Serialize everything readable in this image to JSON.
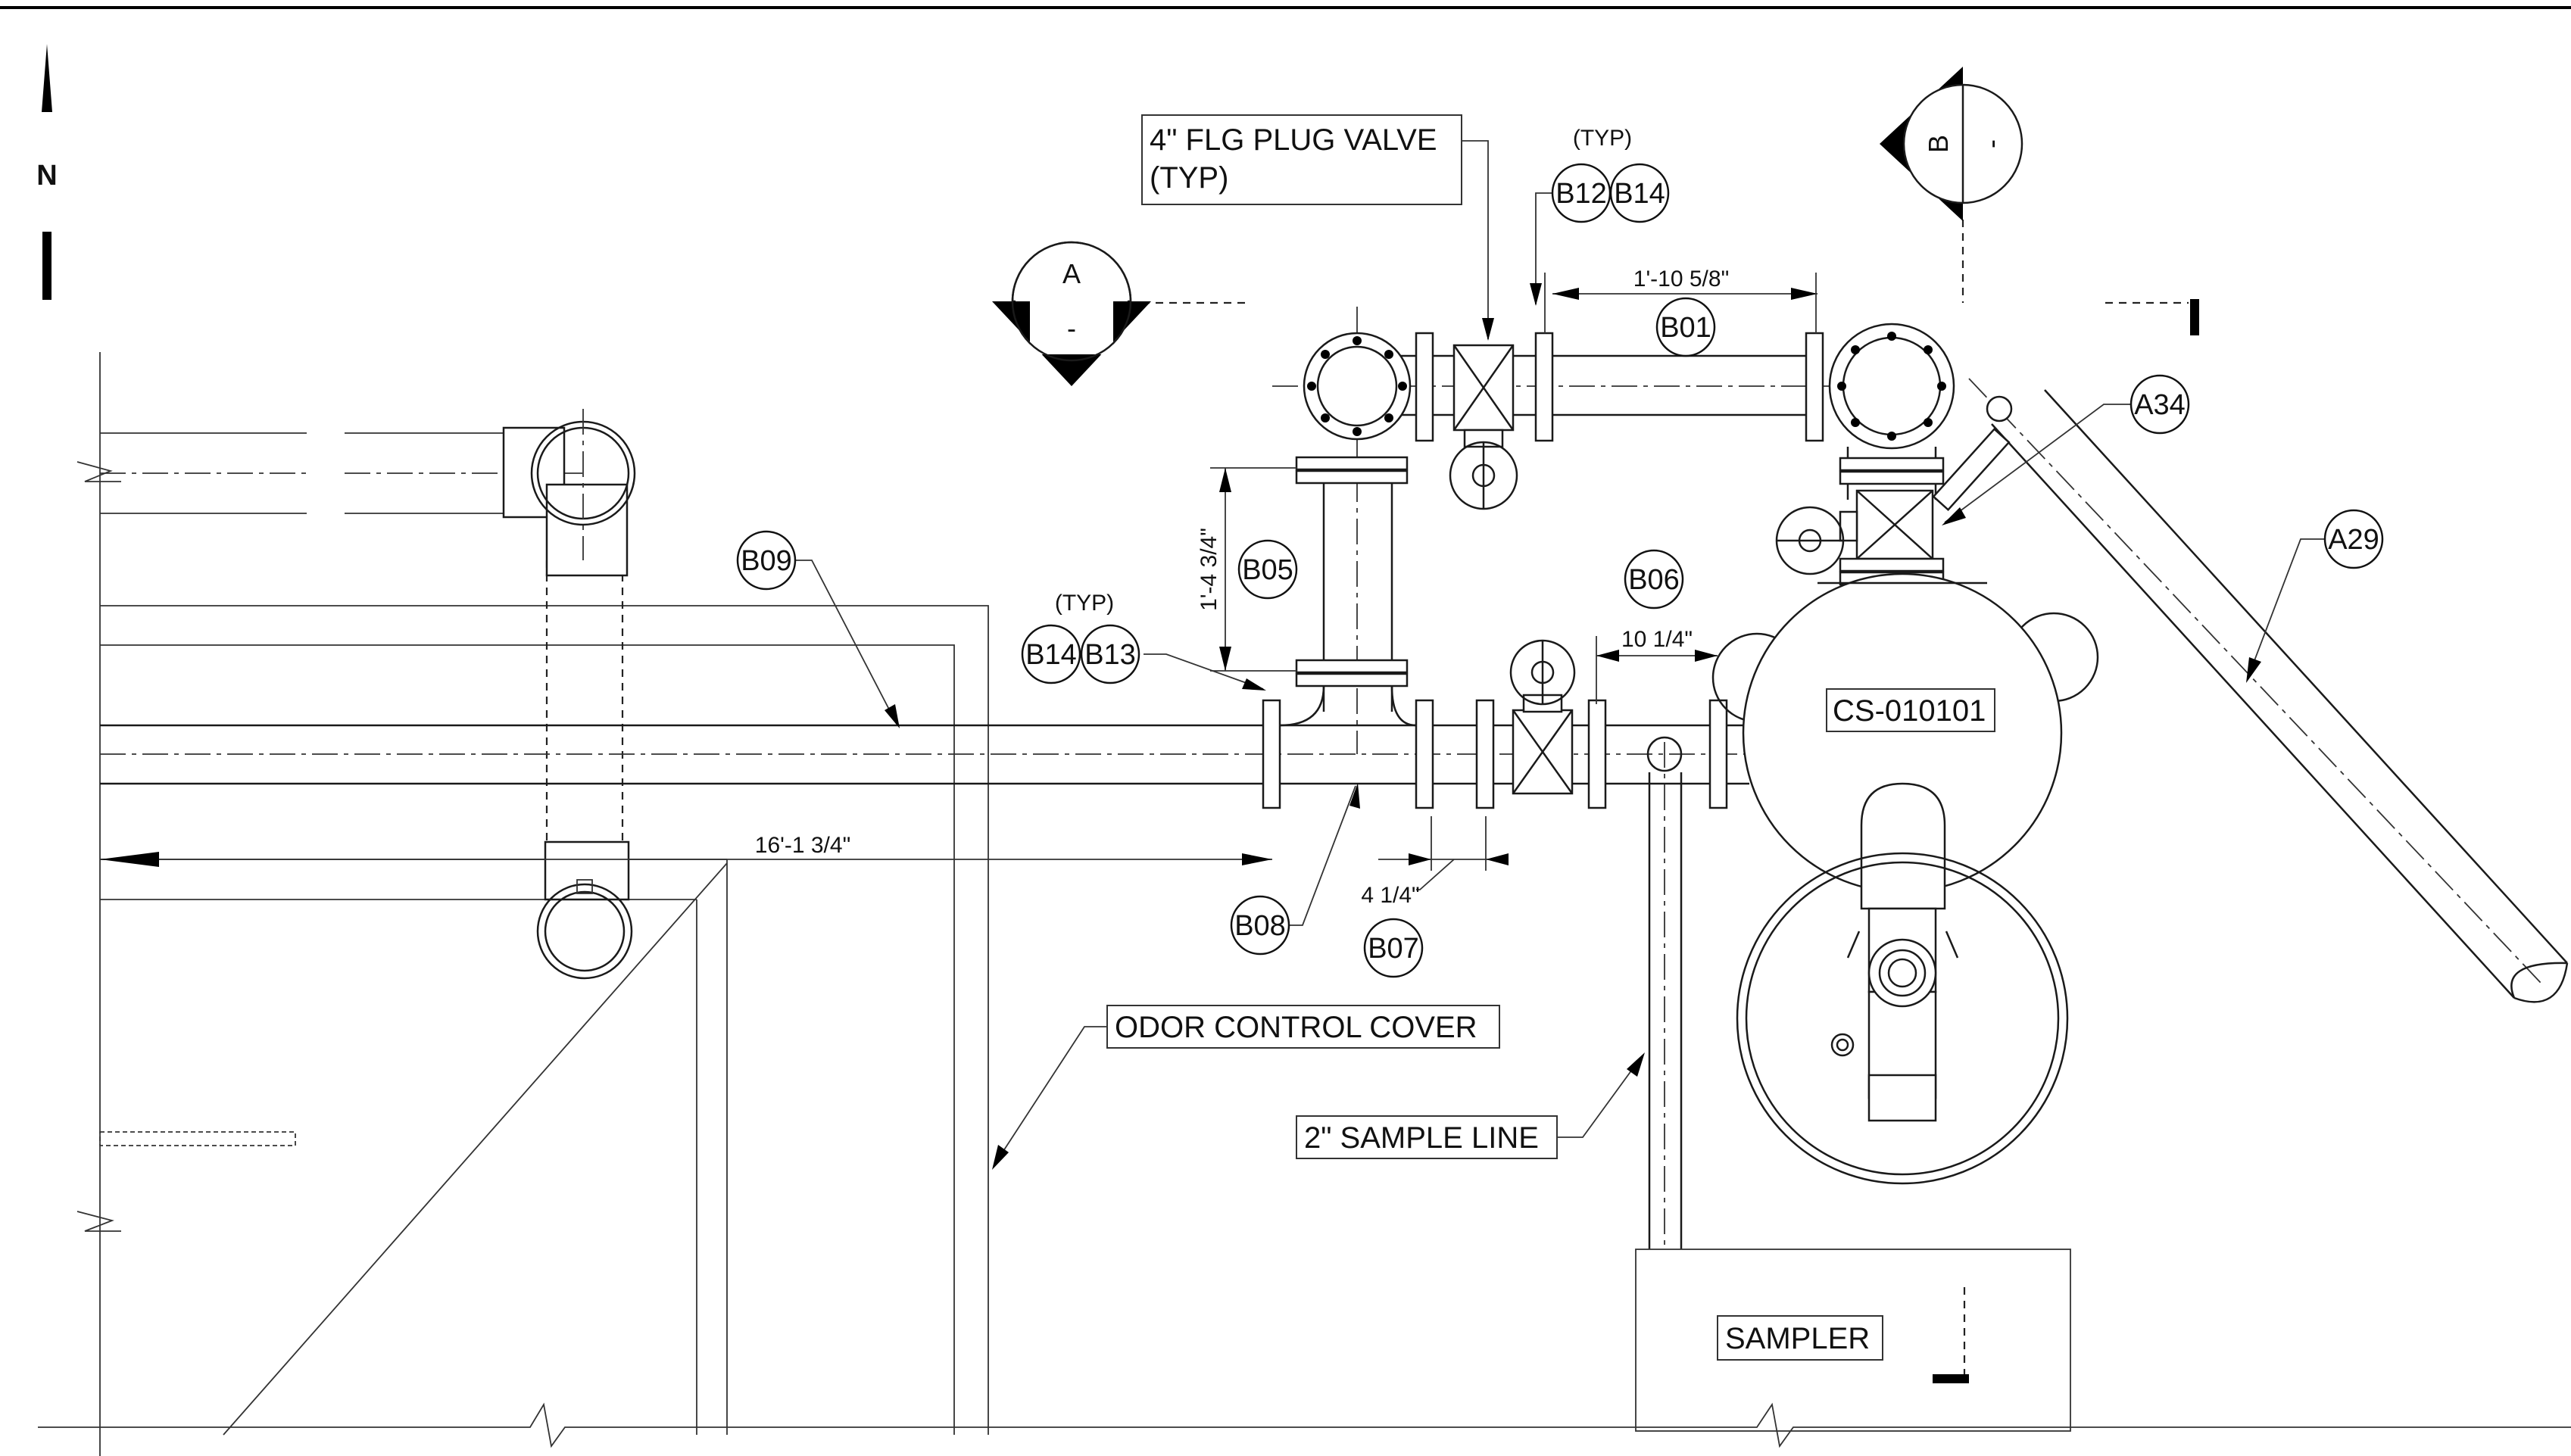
{
  "north_arrow": {
    "label": "N"
  },
  "sections": [
    {
      "letter": "A",
      "sheet": "-"
    },
    {
      "letter": "B",
      "sheet": "-"
    }
  ],
  "callouts": {
    "plug_valve_line1": "4\" FLG PLUG VALVE",
    "plug_valve_line2": "(TYP)",
    "typ_top": "(TYP)",
    "typ_left": "(TYP)",
    "odor_cover": "ODOR CONTROL COVER",
    "sample_line": "2\" SAMPLE LINE",
    "sampler": "SAMPLER",
    "equipment_tag": "CS-010101"
  },
  "tags": {
    "b01": "B01",
    "b05": "B05",
    "b06": "B06",
    "b07": "B07",
    "b08": "B08",
    "b09": "B09",
    "b12": "B12",
    "b13": "B13",
    "b14_top": "B14",
    "b14_left": "B14",
    "a29": "A29",
    "a34": "A34"
  },
  "dimensions": {
    "d_top": "1'-10 5/8\"",
    "d_vertical": "1'-4 3/4\"",
    "d_mid": "10 1/4\"",
    "d_long": "16'-1 3/4\"",
    "d_small": "4 1/4\""
  }
}
